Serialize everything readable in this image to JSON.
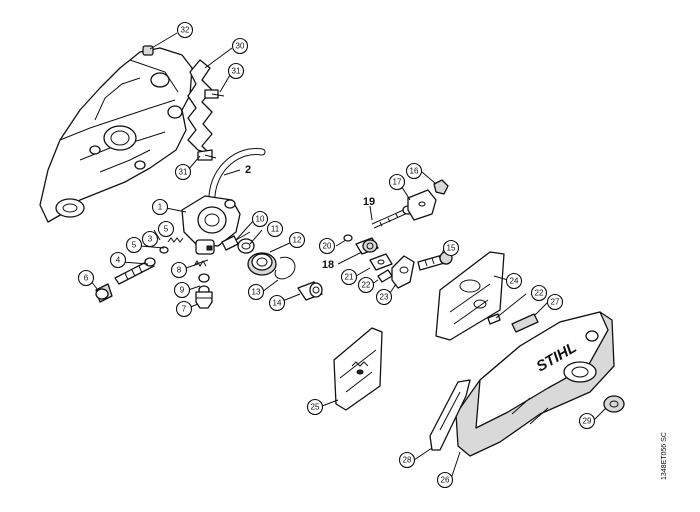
{
  "diagram": {
    "callouts": [
      "32",
      "30",
      "31",
      "31",
      "2",
      "1",
      "10",
      "11",
      "12",
      "5",
      "3",
      "5",
      "4",
      "6",
      "8",
      "9",
      "7",
      "13",
      "14",
      "16",
      "17",
      "19",
      "20",
      "18",
      "21",
      "22",
      "23",
      "15",
      "24",
      "22",
      "27",
      "25",
      "29",
      "28",
      "26"
    ],
    "bold_labels": [
      "2",
      "19",
      "18"
    ],
    "brand": "STIHL",
    "reference_code": "1348ET056 SC"
  }
}
